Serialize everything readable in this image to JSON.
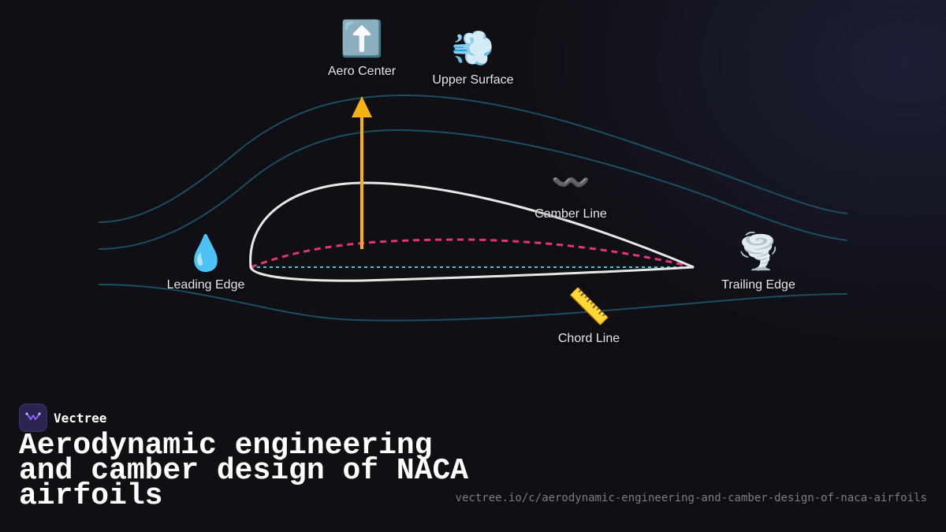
{
  "diagram": {
    "labels": {
      "aero_center": "Aero Center",
      "upper_surface": "Upper Surface",
      "camber_line": "Camber Line",
      "leading_edge": "Leading Edge",
      "trailing_edge": "Trailing Edge",
      "chord_line": "Chord Line"
    },
    "icons": {
      "aero_center": "⬆️",
      "upper_surface": "💨",
      "camber_line": "〰️",
      "leading_edge": "💧",
      "trailing_edge": "🌪️",
      "chord_line": "📏"
    },
    "colors": {
      "airfoil": "#e8e8e8",
      "camber": "#e8317c",
      "chord": "#3fc9d6",
      "lift_arrow": "#f5b112",
      "streamlines": "#1b4e62"
    }
  },
  "brand": {
    "name": "Vectree"
  },
  "title": "Aerodynamic engineering and camber design of NACA airfoils",
  "url": "vectree.io/c/aerodynamic-engineering-and-camber-design-of-naca-airfoils"
}
